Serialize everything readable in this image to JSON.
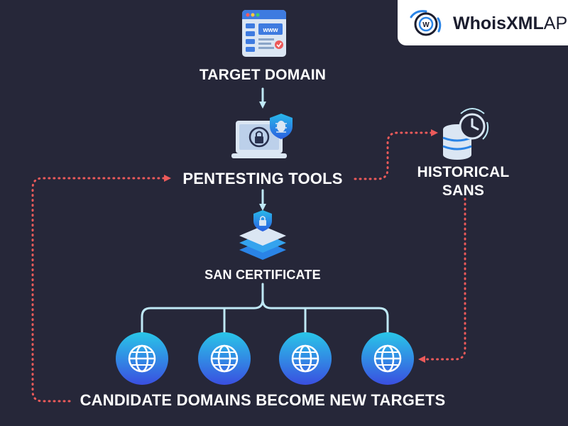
{
  "brand": {
    "name_bold": "Whois",
    "name_mid": "XML",
    "name_light": "API"
  },
  "nodes": {
    "target_domain": "TARGET DOMAIN",
    "pentesting_tools": "PENTESTING TOOLS",
    "historical_sans_line1": "HISTORICAL",
    "historical_sans_line2": "SANS",
    "san_certificate": "SAN CERTIFICATE",
    "candidate_domains": "CANDIDATE DOMAINS BECOME NEW TARGETS"
  },
  "icons": {
    "target_domain": "browser-www-icon",
    "pentesting_tools": "laptop-lock-bug-shield-icon",
    "historical_sans": "database-clock-icon",
    "san_certificate": "layers-shield-lock-icon",
    "domains": "globe-icon"
  },
  "colors": {
    "background": "#262739",
    "solid_connector": "#bfe8f5",
    "dotted_connector": "#ec5a5a",
    "globe_gradient_top": "#29c6e8",
    "globe_gradient_bottom": "#3a4fe0",
    "accent_blue": "#2a84e6"
  }
}
